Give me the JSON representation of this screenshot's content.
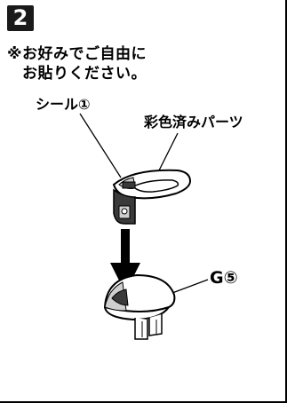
{
  "step": {
    "number": "2"
  },
  "note": {
    "line1": "※お好みでご自由に",
    "line2": "お貼りください。"
  },
  "labels": {
    "seal": "シール①",
    "painted_part": "彩色済みパーツ",
    "part_g": "G⑤"
  },
  "colors": {
    "ink": "#000000",
    "badge_bg": "#1a1a1a",
    "part_fill": "#ffffff",
    "part_shade": "#cfcfcf",
    "part_dark": "#3a3a3a"
  }
}
